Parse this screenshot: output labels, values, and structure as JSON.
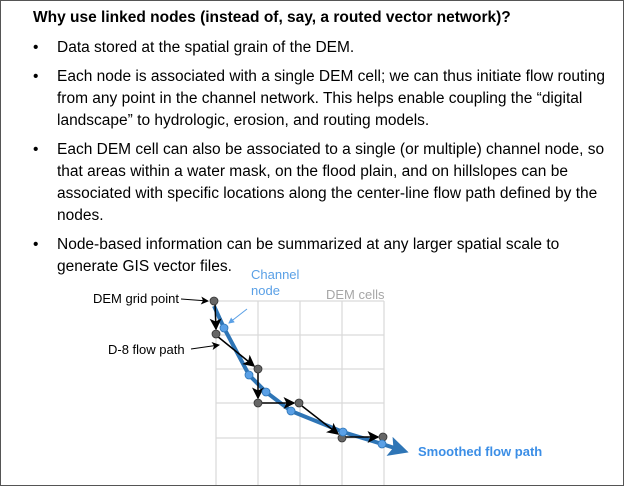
{
  "title": "Why use linked nodes (instead of, say, a routed vector network)?",
  "bullets": [
    "Data stored at the spatial grain of the DEM.",
    "Each node is associated with a single DEM cell; we can thus initiate flow routing from any point in the channel network. This helps enable coupling the “digital landscape” to hydrologic, erosion, and routing models.",
    "Each DEM cell can also be associated to a single (or multiple) channel node, so that areas within a water mask, on the flood plain, and on hillslopes can be associated with specific locations along the center-line flow path defined by the nodes.",
    "Node-based information can be summarized at any larger spatial scale to generate GIS vector files."
  ],
  "bullet_glyph": "•",
  "diagram": {
    "label_grid_point": "DEM grid point",
    "label_channel_node_1": "Channel",
    "label_channel_node_2": "node",
    "label_dem_cells": "DEM cells",
    "label_d8": "D-8 flow path",
    "label_smoothed": "Smoothed flow path",
    "colors": {
      "blue": "#2e75b6",
      "light_blue": "#5aa0e6",
      "node_gray": "#666666",
      "grid": "#d9d9d9"
    }
  }
}
